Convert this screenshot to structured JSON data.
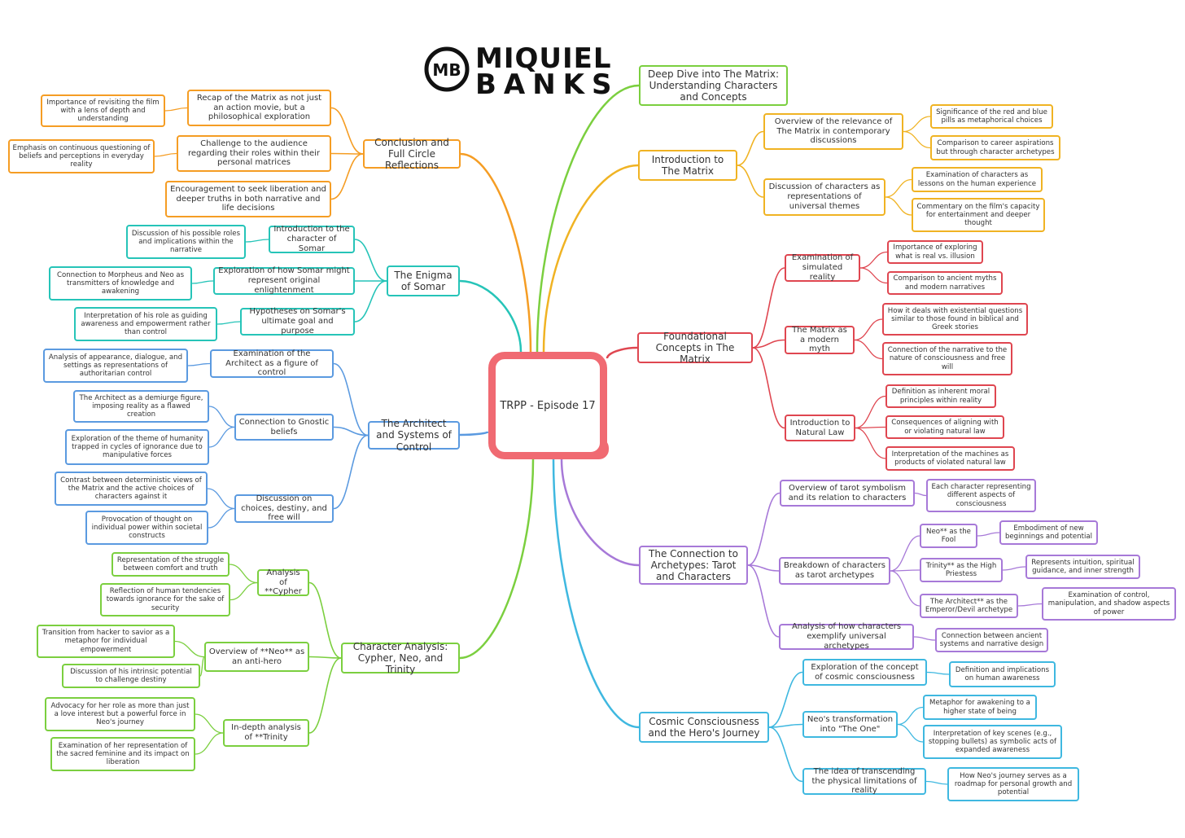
{
  "logo": {
    "line1": "MIQUIEL",
    "line2": "BANKS",
    "mark_letters": "MB"
  },
  "center": {
    "label": "TRPP - Episode 17"
  },
  "colors": {
    "green": "#7bcf3f",
    "orange": "#f59d24",
    "yellow": "#f0b323",
    "red": "#df4650",
    "purple": "#a779d8",
    "blue": "#3fb8e0",
    "teal": "#26c4b8",
    "steel": "#5b9ae0",
    "center": "#f06a72"
  },
  "branches": {
    "deep_dive": {
      "label": "Deep Dive into The Matrix: Understanding Characters and Concepts",
      "color": "green"
    },
    "intro": {
      "label": "Introduction to The Matrix",
      "color": "yellow",
      "subs": [
        {
          "label": "Overview of the relevance of The Matrix in contemporary discussions",
          "leaves": [
            "Significance of the red and blue pills as metaphorical choices",
            "Comparison to career aspirations but through character archetypes"
          ]
        },
        {
          "label": "Discussion of characters as representations of universal themes",
          "leaves": [
            "Examination of characters as lessons on the human experience",
            "Commentary on the film's capacity for entertainment and deeper thought"
          ]
        }
      ]
    },
    "foundational": {
      "label": "Foundational Concepts in The Matrix",
      "color": "red",
      "subs": [
        {
          "label": "Examination of simulated reality",
          "leaves": [
            "Importance of exploring what is real vs. illusion",
            "Comparison to ancient myths and modern narratives"
          ]
        },
        {
          "label": "The Matrix as a modern myth",
          "leaves": [
            "How it deals with existential questions similar to those found in biblical and Greek stories",
            "Connection of the narrative to the nature of consciousness and free will"
          ]
        },
        {
          "label": "Introduction to Natural Law",
          "leaves": [
            "Definition as inherent moral principles within reality",
            "Consequences of aligning with or violating natural law",
            "Interpretation of the machines as products of violated natural law"
          ]
        }
      ]
    },
    "archetypes": {
      "label": "The Connection to Archetypes: Tarot and Characters",
      "color": "purple",
      "subs": [
        {
          "label": "Overview of tarot symbolism and its relation to characters",
          "leaves": [
            "Each character representing different aspects of consciousness"
          ]
        },
        {
          "label": "Breakdown of characters as tarot archetypes",
          "children": [
            {
              "label": "Neo** as the Fool",
              "leaf": "Embodiment of new beginnings and potential"
            },
            {
              "label": "Trinity** as the High Priestess",
              "leaf": "Represents intuition, spiritual guidance, and inner strength"
            },
            {
              "label": "The Architect** as the Emperor/Devil archetype",
              "leaf": "Examination of control, manipulation, and shadow aspects of power"
            }
          ]
        },
        {
          "label": "Analysis of how characters exemplify universal archetypes",
          "leaves": [
            "Connection between ancient systems and narrative design"
          ]
        }
      ]
    },
    "cosmic": {
      "label": "Cosmic Consciousness and the Hero's Journey",
      "color": "blue",
      "subs": [
        {
          "label": "Exploration of the concept of cosmic consciousness",
          "leaves": [
            "Definition and implications on human awareness"
          ]
        },
        {
          "label": "Neo's transformation into \"The One\"",
          "leaves": [
            "Metaphor for awakening to a higher state of being",
            "Interpretation of key scenes (e.g., stopping bullets) as symbolic acts of expanded awareness"
          ]
        },
        {
          "label": "The idea of transcending the physical limitations of reality",
          "leaves": [
            "How Neo's journey serves as a roadmap for personal growth and potential"
          ]
        }
      ]
    },
    "conclusion": {
      "label": "Conclusion and Full Circle Reflections",
      "color": "orange",
      "subs": [
        {
          "label": "Recap of the Matrix as not just an action movie, but a philosophical exploration",
          "leaves": [
            "Importance of revisiting the film with a lens of depth and understanding"
          ]
        },
        {
          "label": "Challenge to the audience regarding their roles within their personal matrices",
          "leaves": [
            "Emphasis on continuous questioning of beliefs and perceptions in everyday reality"
          ]
        },
        {
          "label": "Encouragement to seek liberation and deeper truths in both narrative and life decisions",
          "leaves": []
        }
      ]
    },
    "somar": {
      "label": "The Enigma of Somar",
      "color": "teal",
      "subs": [
        {
          "label": "Introduction to the character of Somar",
          "leaves": [
            "Discussion of his possible roles and implications within the narrative"
          ]
        },
        {
          "label": "Exploration of how Somar might represent original enlightenment",
          "leaves": [
            "Connection to Morpheus and Neo as transmitters of knowledge and awakening"
          ]
        },
        {
          "label": "Hypotheses on Somar's ultimate goal and purpose",
          "leaves": [
            "Interpretation of his role as guiding awareness and empowerment rather than control"
          ]
        }
      ]
    },
    "architect": {
      "label": "The Architect and Systems of Control",
      "color": "steel",
      "subs": [
        {
          "label": "Examination of the Architect as a figure of control",
          "leaves": [
            "Analysis of appearance, dialogue, and settings as representations of authoritarian control"
          ]
        },
        {
          "label": "Connection to Gnostic beliefs",
          "leaves": [
            "The Architect as a demiurge figure, imposing reality as a flawed creation",
            "Exploration of the theme of humanity trapped in cycles of ignorance due to manipulative forces"
          ]
        },
        {
          "label": "Discussion on choices, destiny, and free will",
          "leaves": [
            "Contrast between deterministic views of the Matrix and the active choices of characters against it",
            "Provocation of thought on individual power within societal constructs"
          ]
        }
      ]
    },
    "characters": {
      "label": "Character Analysis: Cypher, Neo, and Trinity",
      "color": "green",
      "subs": [
        {
          "label": "Analysis of **Cypher",
          "leaves": [
            "Representation of the struggle between comfort and truth",
            "Reflection of human tendencies towards ignorance for the sake of security"
          ]
        },
        {
          "label": "Overview of **Neo** as an anti-hero",
          "leaves": [
            "Transition from hacker to savior as a metaphor for individual empowerment",
            "Discussion of his intrinsic potential to challenge destiny"
          ]
        },
        {
          "label": "In-depth analysis of **Trinity",
          "leaves": [
            "Advocacy for her role as more than just a love interest but a powerful force in Neo's journey",
            "Examination of her representation of the sacred feminine and its impact on liberation"
          ]
        }
      ]
    }
  }
}
